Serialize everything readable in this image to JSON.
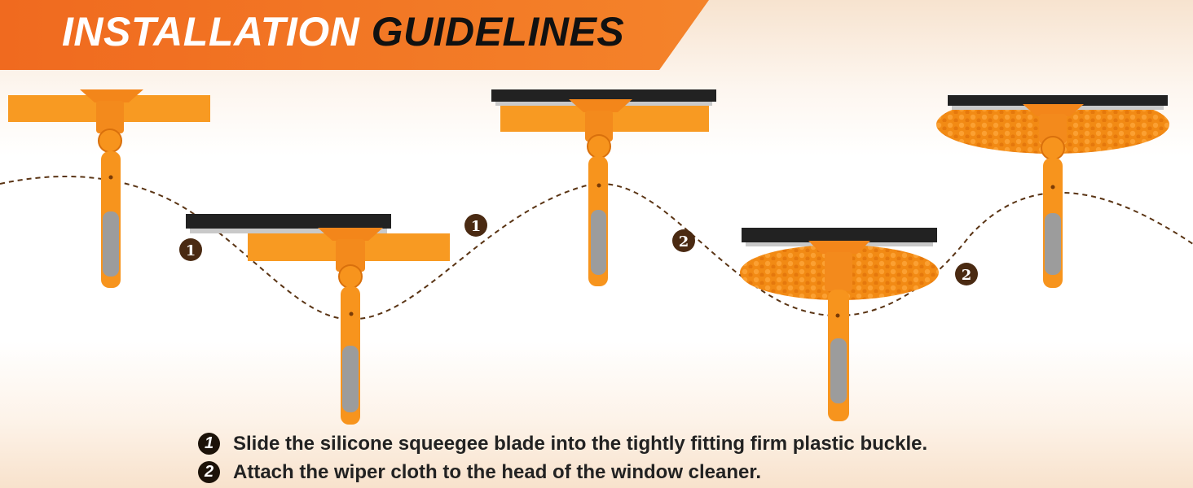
{
  "header": {
    "title_part1": "INSTALLATION",
    "title_part2": "GUIDELINES"
  },
  "markers": [
    "1",
    "1",
    "2",
    "2"
  ],
  "steps": [
    {
      "num": "1",
      "text": "Slide the silicone squeegee blade into the tightly fitting firm plastic buckle."
    },
    {
      "num": "2",
      "text": "Attach the wiper cloth to the head of the window cleaner."
    }
  ],
  "colors": {
    "banner_orange": "#f06a1f",
    "tool_orange": "#f7941d",
    "grip_gray": "#9c9c9c",
    "marker_brown": "#4a2a12"
  }
}
